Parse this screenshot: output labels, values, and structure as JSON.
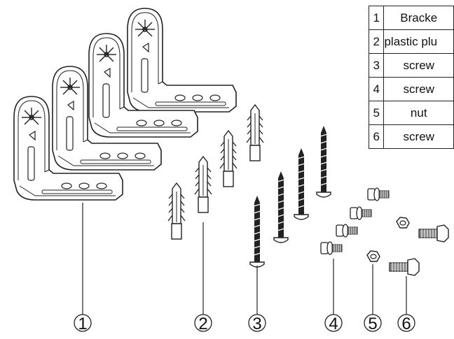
{
  "callouts": [
    "1",
    "2",
    "3",
    "4",
    "5",
    "6"
  ],
  "parts_table": [
    {
      "num": "1",
      "name": "Bracke"
    },
    {
      "num": "2",
      "name": "plastic plu"
    },
    {
      "num": "3",
      "name": "screw"
    },
    {
      "num": "4",
      "name": "screw"
    },
    {
      "num": "5",
      "name": "nut"
    },
    {
      "num": "6",
      "name": "screw"
    }
  ]
}
